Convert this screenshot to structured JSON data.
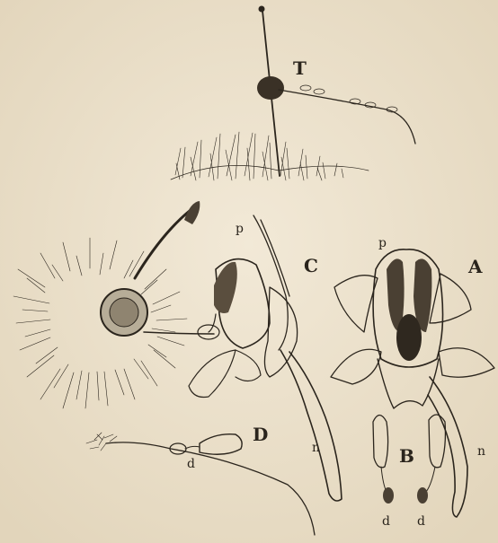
{
  "labels": {
    "T": "T",
    "p_C": "p",
    "C": "C",
    "p_A": "p",
    "A": "A",
    "D": "D",
    "d_D": "d",
    "n_C": "n",
    "B": "B",
    "n_A": "n",
    "d_B1": "d",
    "d_B2": "d"
  },
  "colors": {
    "paper": "#ede3cf",
    "ink": "#2b251d"
  }
}
